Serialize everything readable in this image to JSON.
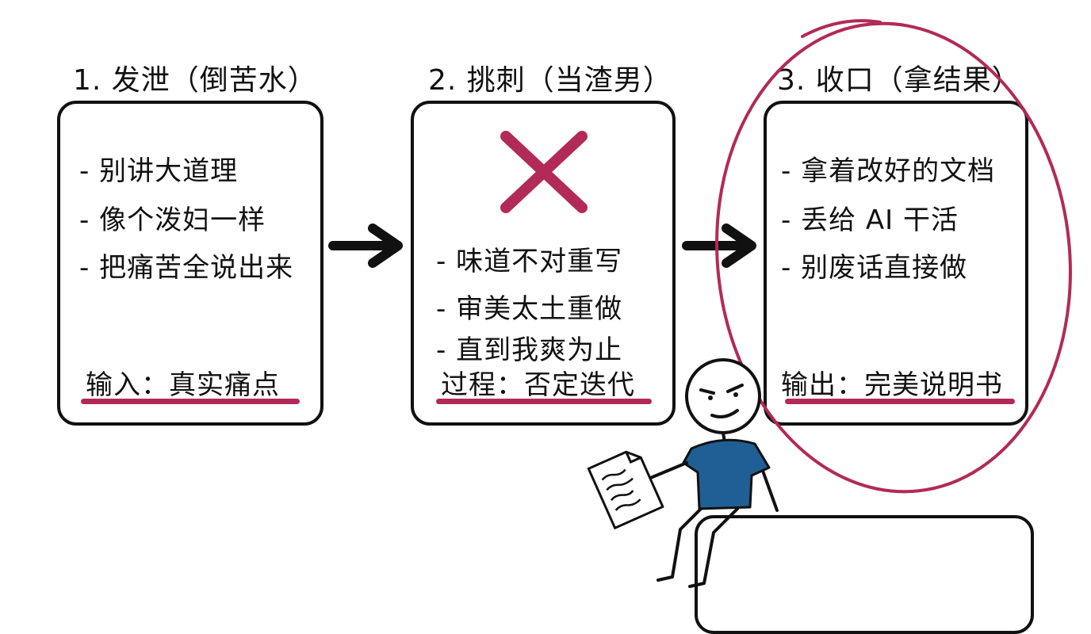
{
  "steps": [
    {
      "title": "1. 发泄（倒苦水）",
      "items": [
        "- 别讲大道理",
        "- 像个泼妇一样",
        "- 把痛苦全说出来"
      ],
      "footer": "输入：真实痛点"
    },
    {
      "title": "2. 挑刺（当渣男）",
      "items": [
        "- 味道不对重写",
        "- 审美太土重做",
        "- 直到我爽为止"
      ],
      "footer": "过程：否定迭代"
    },
    {
      "title": "3. 收口（拿结果）",
      "items": [
        "- 拿着改好的文档",
        "- 丢给 AI 干活",
        "- 别废话直接做"
      ],
      "footer": "输出：完美说明书"
    }
  ],
  "colors": {
    "accent": "#b22a57",
    "ink": "#111111",
    "shirt": "#1f5f96"
  },
  "icons": [
    "arrow-right-icon",
    "cross-icon",
    "stick-figure",
    "document-icon"
  ]
}
